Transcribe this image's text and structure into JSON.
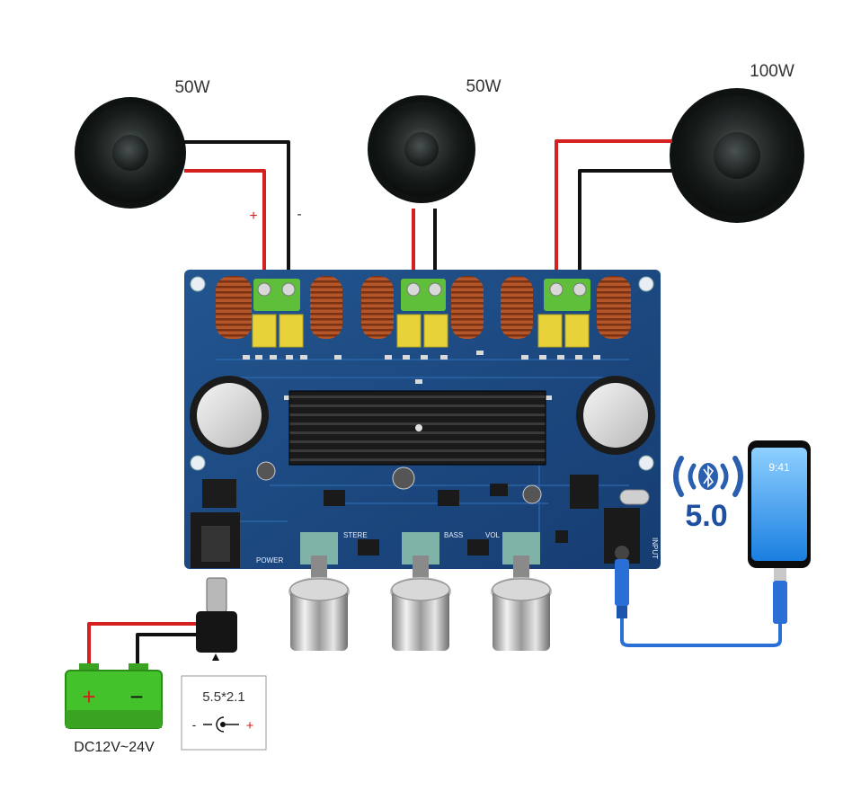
{
  "speakers": [
    {
      "id": "left",
      "power": "50W"
    },
    {
      "id": "right",
      "power": "50W"
    },
    {
      "id": "sub",
      "power": "100W"
    }
  ],
  "polarity": {
    "plus": "+",
    "minus": "-"
  },
  "board": {
    "silk_power": "POWER",
    "silk_stereo": "STERE",
    "silk_bass": "BASS",
    "silk_vol": "VOL",
    "silk_input": "INPUT"
  },
  "bluetooth": {
    "version": "5.0"
  },
  "phone": {
    "time": "9:41"
  },
  "battery": {
    "plus": "+",
    "minus": "−",
    "voltage": "DC12V~24V"
  },
  "connector": {
    "size": "5.5*2.1",
    "minus": "-",
    "plus": "+"
  },
  "colors": {
    "board": "#1d4a86",
    "wire_red": "#d61f1f",
    "wire_black": "#111111",
    "terminal": "#5fbf3a",
    "battery": "#43c22b",
    "cable_blue": "#2a6fd6",
    "bluetooth": "#2a5fb0",
    "phone": "#39a5ff"
  }
}
